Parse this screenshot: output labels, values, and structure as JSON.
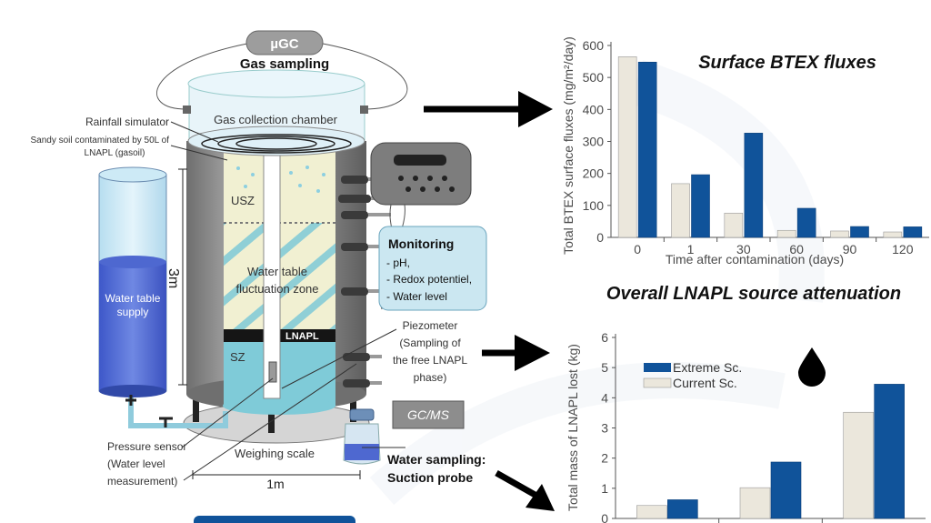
{
  "diagram": {
    "ugc_label": "µGC",
    "gas_sampling": "Gas sampling",
    "gas_collection_chamber": "Gas collection chamber",
    "rainfall_simulator": "Rainfall simulator",
    "sandy_soil_line1": "Sandy soil contaminated by 50L of",
    "sandy_soil_line2": "LNAPL (gasoil)",
    "usz": "USZ",
    "water_table_line1": "Water table",
    "water_table_line2": "fluctuation zone",
    "lnapl": "LNAPL",
    "sz": "SZ",
    "height": "3m",
    "width": "1m",
    "supply_line1": "Water table",
    "supply_line2": "supply",
    "monitoring": {
      "title": "Monitoring",
      "items": [
        "- pH,",
        "- Redox potentiel,",
        "- Water level"
      ]
    },
    "piezometer_lines": [
      "Piezometer",
      "(Sampling of",
      "the free LNAPL",
      "phase)"
    ],
    "gcms": "GC/MS",
    "pressure_lines": [
      "Pressure sensor",
      "(Water level",
      "measurement)"
    ],
    "weighing_scale": "Weighing scale",
    "water_sampling_line1": "Water sampling:",
    "water_sampling_line2": "Suction probe",
    "colors": {
      "usz_fill": "#f1f0d2",
      "sz_fill": "#7fcbd8",
      "water_supply": "#5b76d8",
      "tank_metal": "#8e8e8e",
      "monitor_box": "#cbe7f1"
    }
  },
  "chart_data": [
    {
      "type": "bar",
      "title": "Surface BTEX fluxes",
      "xlabel": "Time after contamination (days)",
      "ylabel": "Total BTEX surface fluxes (mg/m²/day)",
      "categories": [
        "0",
        "1",
        "30",
        "60",
        "90",
        "120"
      ],
      "ylim": [
        0,
        600
      ],
      "yticks": [
        0,
        100,
        200,
        300,
        400,
        500,
        600
      ],
      "series": [
        {
          "values": [
            565,
            168,
            76,
            22,
            20,
            17
          ],
          "color": "#ebe7dc"
        },
        {
          "values": [
            548,
            196,
            326,
            91,
            34,
            33
          ],
          "color": "#10539a"
        }
      ]
    },
    {
      "type": "bar",
      "title": "Overall LNAPL source attenuation",
      "ylabel": "Total mass of LNAPL lost (kg)",
      "categories": [
        "",
        "",
        ""
      ],
      "ylim": [
        0,
        6
      ],
      "yticks": [
        0,
        1,
        2,
        3,
        4,
        5,
        6
      ],
      "legend": [
        "Extreme Sc.",
        "Current Sc."
      ],
      "series": [
        {
          "name": "Current Sc.",
          "values": [
            0.43,
            1.02,
            3.52
          ],
          "color": "#ebe7dc"
        },
        {
          "name": "Extreme Sc.",
          "values": [
            0.62,
            1.87,
            4.45
          ],
          "color": "#10539a"
        }
      ]
    }
  ]
}
